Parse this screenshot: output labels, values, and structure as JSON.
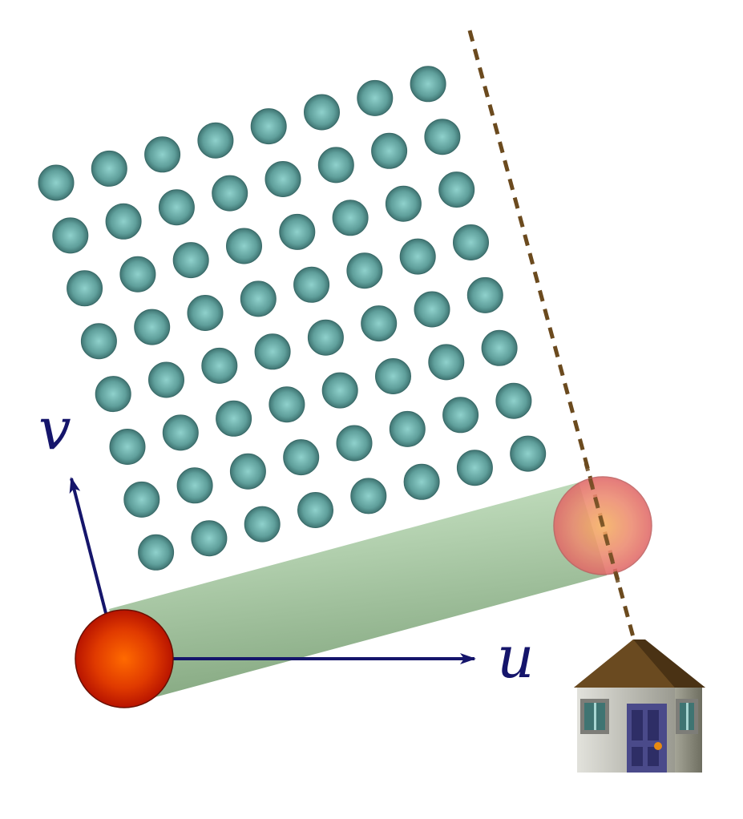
{
  "labels": {
    "u_axis": "u",
    "v_axis": "v"
  },
  "lattice": {
    "rows": 8,
    "columns": 8
  },
  "colors": {
    "background": "#ffffff",
    "axis": "#15156b",
    "lattice_ball_outer": "#3f7472",
    "lattice_ball_inner": "#8fd1cc",
    "cylinder_light": "#c4e0c0",
    "cylinder_dark": "#7ea27a",
    "origin_ball_center": "#ff6a00",
    "origin_ball_edge": "#b81400",
    "target_ball_center": "#f5b060",
    "target_ball_edge": "#e86a6a",
    "dashed_line": "#6b4a1e",
    "house_roof": "#4a3214",
    "house_wall": "#cfcfc6",
    "house_door": "#4a4a8a",
    "house_knob": "#e88a10"
  },
  "icons": [
    "house-icon"
  ]
}
